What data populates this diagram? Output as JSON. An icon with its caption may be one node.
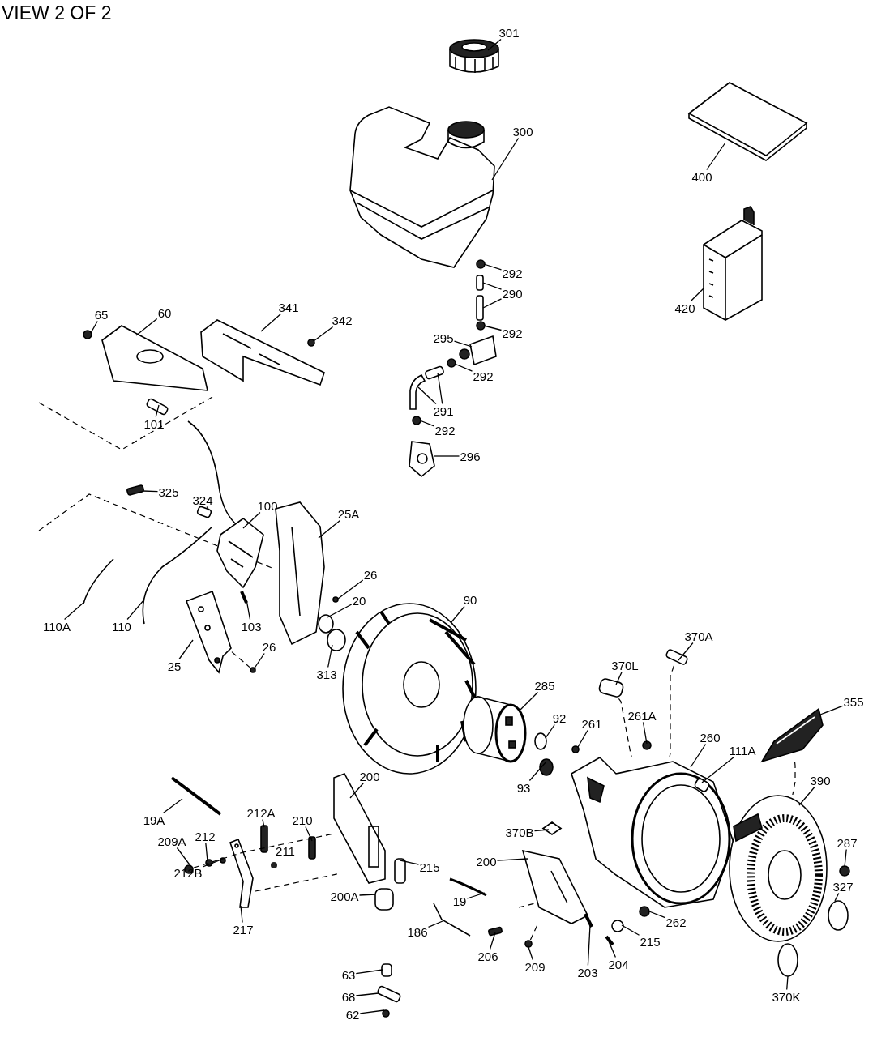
{
  "diagram": {
    "title": "VIEW 2 OF 2",
    "nodes": [
      {
        "text": [
          "301"
        ]
      },
      {
        "text": [
          "300"
        ]
      },
      {
        "text": [
          "400"
        ]
      },
      {
        "text": [
          "292"
        ]
      },
      {
        "text": [
          "290"
        ]
      },
      {
        "text": [
          "292"
        ]
      },
      {
        "text": [
          "420"
        ]
      },
      {
        "text": [
          "295"
        ]
      },
      {
        "text": [
          "292"
        ]
      },
      {
        "text": [
          "291"
        ]
      },
      {
        "text": [
          "292"
        ]
      },
      {
        "text": [
          "296"
        ]
      },
      {
        "text": [
          "65"
        ]
      },
      {
        "text": [
          "60"
        ]
      },
      {
        "text": [
          "341"
        ]
      },
      {
        "text": [
          "342"
        ]
      },
      {
        "text": [
          "101"
        ]
      },
      {
        "text": [
          "325"
        ]
      },
      {
        "text": [
          "324"
        ]
      },
      {
        "text": [
          "100"
        ]
      },
      {
        "text": [
          "25A"
        ]
      },
      {
        "text": [
          "26"
        ]
      },
      {
        "text": [
          "20"
        ]
      },
      {
        "text": [
          "110A"
        ]
      },
      {
        "text": [
          "110"
        ]
      },
      {
        "text": [
          "103"
        ]
      },
      {
        "text": [
          "25"
        ]
      },
      {
        "text": [
          "26"
        ]
      },
      {
        "text": [
          "313"
        ]
      },
      {
        "text": [
          "90"
        ]
      },
      {
        "text": [
          "370A"
        ]
      },
      {
        "text": [
          "370L"
        ]
      },
      {
        "text": [
          "285"
        ]
      },
      {
        "text": [
          "355"
        ]
      },
      {
        "text": [
          "92"
        ]
      },
      {
        "text": [
          "261"
        ]
      },
      {
        "text": [
          "261A"
        ]
      },
      {
        "text": [
          "260"
        ]
      },
      {
        "text": [
          "111A"
        ]
      },
      {
        "text": [
          "93"
        ]
      },
      {
        "text": [
          "200"
        ]
      },
      {
        "text": [
          "19A"
        ]
      },
      {
        "text": [
          "212A"
        ]
      },
      {
        "text": [
          "210"
        ]
      },
      {
        "text": [
          "212"
        ]
      },
      {
        "text": [
          "209A"
        ]
      },
      {
        "text": [
          "370B"
        ]
      },
      {
        "text": [
          "390"
        ]
      },
      {
        "text": [
          "287"
        ]
      },
      {
        "text": [
          "212B"
        ]
      },
      {
        "text": [
          "215"
        ]
      },
      {
        "text": [
          "200"
        ]
      },
      {
        "text": [
          "19"
        ]
      },
      {
        "text": [
          "327"
        ]
      },
      {
        "text": [
          "200A"
        ]
      },
      {
        "text": [
          "262"
        ]
      },
      {
        "text": [
          "217"
        ]
      },
      {
        "text": [
          "215"
        ]
      },
      {
        "text": [
          "186"
        ]
      },
      {
        "text": [
          "206"
        ]
      },
      {
        "text": [
          "209"
        ]
      },
      {
        "text": [
          "203"
        ]
      },
      {
        "text": [
          "204"
        ]
      },
      {
        "text": [
          "370K"
        ]
      },
      {
        "text": [
          "63"
        ]
      },
      {
        "text": [
          "68"
        ]
      },
      {
        "text": [
          "62"
        ]
      },
      {
        "text": [],
        "shape": "picture"
      },
      {
        "text": [],
        "shape": "picture"
      },
      {
        "text": [],
        "shape": "picture"
      },
      {
        "text": [],
        "shape": "circle"
      },
      {
        "text": [],
        "shape": "box"
      },
      {
        "text": [],
        "shape": "box"
      },
      {
        "text": [],
        "shape": "circle"
      },
      {
        "text": [],
        "shape": "picture"
      },
      {
        "text": [],
        "shape": "picture"
      },
      {
        "text": [],
        "shape": "circle"
      },
      {
        "text": [],
        "shape": "box"
      },
      {
        "text": [],
        "shape": "picture"
      },
      {
        "text": [],
        "shape": "circle"
      },
      {
        "text": [],
        "shape": "picture"
      },
      {
        "text": [],
        "shape": "circle"
      },
      {
        "text": [],
        "shape": "picture"
      },
      {
        "text": [],
        "shape": "picture"
      },
      {
        "text": [],
        "shape": "circle"
      },
      {
        "text": [],
        "shape": "box"
      },
      {
        "text": [],
        "shape": "box"
      },
      {
        "text": [],
        "shape": "box"
      },
      {
        "text": [],
        "shape": "picture"
      },
      {
        "text": [],
        "shape": "picture"
      },
      {
        "text": [],
        "shape": "circle"
      },
      {
        "text": [],
        "shape": "circle"
      },
      {
        "text": [],
        "shape": "picture"
      },
      {
        "text": [],
        "shape": "picture"
      },
      {
        "text": [],
        "shape": "bar"
      },
      {
        "text": [],
        "shape": "picture"
      },
      {
        "text": [],
        "shape": "circle"
      },
      {
        "text": [],
        "shape": "circle"
      },
      {
        "text": [],
        "shape": "picture"
      },
      {
        "text": [],
        "shape": "box"
      },
      {
        "text": [],
        "shape": "box"
      },
      {
        "text": [],
        "shape": "cylinder"
      },
      {
        "text": [],
        "shape": "picture"
      },
      {
        "text": [],
        "shape": "circle"
      },
      {
        "text": [],
        "shape": "circle"
      },
      {
        "text": [],
        "shape": "circle"
      },
      {
        "text": [],
        "shape": "picture"
      },
      {
        "text": [],
        "shape": "box",
        "in": 106
      },
      {
        "text": [],
        "shape": "circle"
      },
      {
        "text": [],
        "shape": "picture"
      },
      {
        "text": [],
        "shape": "bar"
      },
      {
        "text": [],
        "shape": "box"
      },
      {
        "text": [],
        "shape": "box"
      },
      {
        "text": [],
        "shape": "circle"
      },
      {
        "text": [],
        "shape": "circle"
      },
      {
        "text": [],
        "shape": "diamond"
      },
      {
        "text": [],
        "shape": "picture"
      },
      {
        "text": [],
        "shape": "circle"
      },
      {
        "text": [],
        "shape": "circle"
      },
      {
        "text": [],
        "shape": "box"
      },
      {
        "text": [],
        "shape": "picture"
      },
      {
        "text": [],
        "shape": "picture"
      },
      {
        "text": [],
        "shape": "circle"
      },
      {
        "text": [],
        "shape": "box"
      },
      {
        "text": [],
        "shape": "circle"
      },
      {
        "text": [],
        "shape": "picture"
      },
      {
        "text": [],
        "shape": "circle"
      },
      {
        "text": [],
        "shape": "picture"
      },
      {
        "text": [],
        "shape": "box"
      },
      {
        "text": [],
        "shape": "circle"
      },
      {
        "text": [],
        "shape": "bar"
      },
      {
        "text": [],
        "shape": "bar"
      },
      {
        "text": [],
        "shape": "circle"
      },
      {
        "text": [],
        "shape": "box"
      },
      {
        "text": [],
        "shape": "box"
      },
      {
        "text": [],
        "shape": "circle"
      }
    ],
    "edges": [
      {
        "from": 0,
        "to": 67,
        "arrow": "none"
      },
      {
        "from": 1,
        "to": 68,
        "arrow": "none"
      },
      {
        "from": 2,
        "to": 69,
        "arrow": "none"
      },
      {
        "from": 3,
        "to": 70,
        "arrow": "none"
      },
      {
        "from": 4,
        "to": 71,
        "arrow": "none"
      },
      {
        "from": 4,
        "to": 72,
        "arrow": "none"
      },
      {
        "from": 5,
        "to": 73,
        "arrow": "none"
      },
      {
        "from": 6,
        "to": 74,
        "arrow": "none"
      },
      {
        "from": 7,
        "to": 75,
        "arrow": "none"
      },
      {
        "from": 8,
        "to": 76,
        "arrow": "none"
      },
      {
        "from": 9,
        "to": 77,
        "arrow": "none"
      },
      {
        "from": 9,
        "to": 78,
        "arrow": "none"
      },
      {
        "from": 10,
        "to": 79,
        "arrow": "none"
      },
      {
        "from": 11,
        "to": 80,
        "arrow": "none"
      },
      {
        "from": 12,
        "to": 81,
        "arrow": "none"
      },
      {
        "from": 13,
        "to": 82,
        "arrow": "none"
      },
      {
        "from": 14,
        "to": 83,
        "arrow": "none"
      },
      {
        "from": 15,
        "to": 84,
        "arrow": "none"
      },
      {
        "from": 16,
        "to": 85,
        "arrow": "none"
      },
      {
        "from": 17,
        "to": 86,
        "arrow": "none"
      },
      {
        "from": 18,
        "to": 87,
        "arrow": "none"
      },
      {
        "from": 19,
        "to": 88,
        "arrow": "none"
      },
      {
        "from": 20,
        "to": 89,
        "arrow": "none"
      },
      {
        "from": 21,
        "to": 90,
        "arrow": "none"
      },
      {
        "from": 22,
        "to": 91,
        "arrow": "none"
      },
      {
        "from": 23,
        "to": 92,
        "arrow": "none"
      },
      {
        "from": 24,
        "to": 93,
        "arrow": "none"
      },
      {
        "from": 25,
        "to": 94,
        "arrow": "none"
      },
      {
        "from": 26,
        "to": 95,
        "arrow": "none"
      },
      {
        "from": 27,
        "to": 96,
        "arrow": "none"
      },
      {
        "from": 28,
        "to": 97,
        "arrow": "none"
      },
      {
        "from": 29,
        "to": 98,
        "arrow": "none"
      },
      {
        "from": 30,
        "to": 99,
        "arrow": "none"
      },
      {
        "from": 31,
        "to": 100,
        "arrow": "none"
      },
      {
        "from": 32,
        "to": 101,
        "arrow": "none"
      },
      {
        "from": 33,
        "to": 102,
        "arrow": "none"
      },
      {
        "from": 34,
        "to": 103,
        "arrow": "none"
      },
      {
        "from": 35,
        "to": 104,
        "arrow": "none"
      },
      {
        "from": 36,
        "to": 105,
        "arrow": "none"
      },
      {
        "from": 37,
        "to": 106,
        "arrow": "none"
      },
      {
        "from": 38,
        "to": 107,
        "arrow": "none"
      },
      {
        "from": 39,
        "to": 108,
        "arrow": "none"
      },
      {
        "from": 40,
        "to": 109,
        "arrow": "none"
      },
      {
        "from": 41,
        "to": 110,
        "arrow": "none"
      },
      {
        "from": 42,
        "to": 111,
        "arrow": "none"
      },
      {
        "from": 43,
        "to": 112,
        "arrow": "none"
      },
      {
        "from": 44,
        "to": 113,
        "arrow": "none"
      },
      {
        "from": 45,
        "to": 114,
        "arrow": "none"
      },
      {
        "from": 46,
        "to": 115,
        "arrow": "none"
      },
      {
        "from": 47,
        "to": 116,
        "arrow": "none"
      },
      {
        "from": 48,
        "to": 117,
        "arrow": "none"
      },
      {
        "from": 49,
        "to": 118,
        "arrow": "none"
      },
      {
        "from": 50,
        "to": 119,
        "arrow": "none"
      },
      {
        "from": 51,
        "to": 120,
        "arrow": "none"
      },
      {
        "from": 52,
        "to": 121,
        "arrow": "none"
      },
      {
        "from": 53,
        "to": 122,
        "arrow": "none"
      },
      {
        "from": 54,
        "to": 123,
        "arrow": "none"
      },
      {
        "from": 55,
        "to": 124,
        "arrow": "none"
      },
      {
        "from": 56,
        "to": 125,
        "arrow": "none"
      },
      {
        "from": 57,
        "to": 126,
        "arrow": "none"
      },
      {
        "from": 58,
        "to": 127,
        "arrow": "none"
      },
      {
        "from": 59,
        "to": 128,
        "arrow": "none"
      },
      {
        "from": 60,
        "to": 129,
        "arrow": "none"
      },
      {
        "from": 61,
        "to": 130,
        "arrow": "none"
      },
      {
        "from": 62,
        "to": 131,
        "arrow": "none"
      },
      {
        "from": 63,
        "to": 132,
        "arrow": "none"
      },
      {
        "from": 64,
        "to": 133,
        "arrow": "none"
      },
      {
        "from": 65,
        "to": 134,
        "arrow": "none"
      },
      {
        "from": 66,
        "to": 135,
        "arrow": "none"
      },
      {
        "from": 99,
        "to": 106,
        "arrow": "none",
        "style": "dashed"
      },
      {
        "from": 100,
        "to": 106,
        "arrow": "none",
        "style": "dashed"
      },
      {
        "from": 102,
        "to": 116,
        "arrow": "none",
        "style": "dashed"
      },
      {
        "from": 95,
        "to": 96,
        "arrow": "none",
        "style": "dashed"
      },
      {
        "from": 114,
        "to": 109,
        "arrow": "none",
        "style": "dashed"
      },
      {
        "from": 129,
        "to": 120,
        "arrow": "none",
        "style": "dashed"
      }
    ],
    "labels": [
      "211"
    ]
  }
}
